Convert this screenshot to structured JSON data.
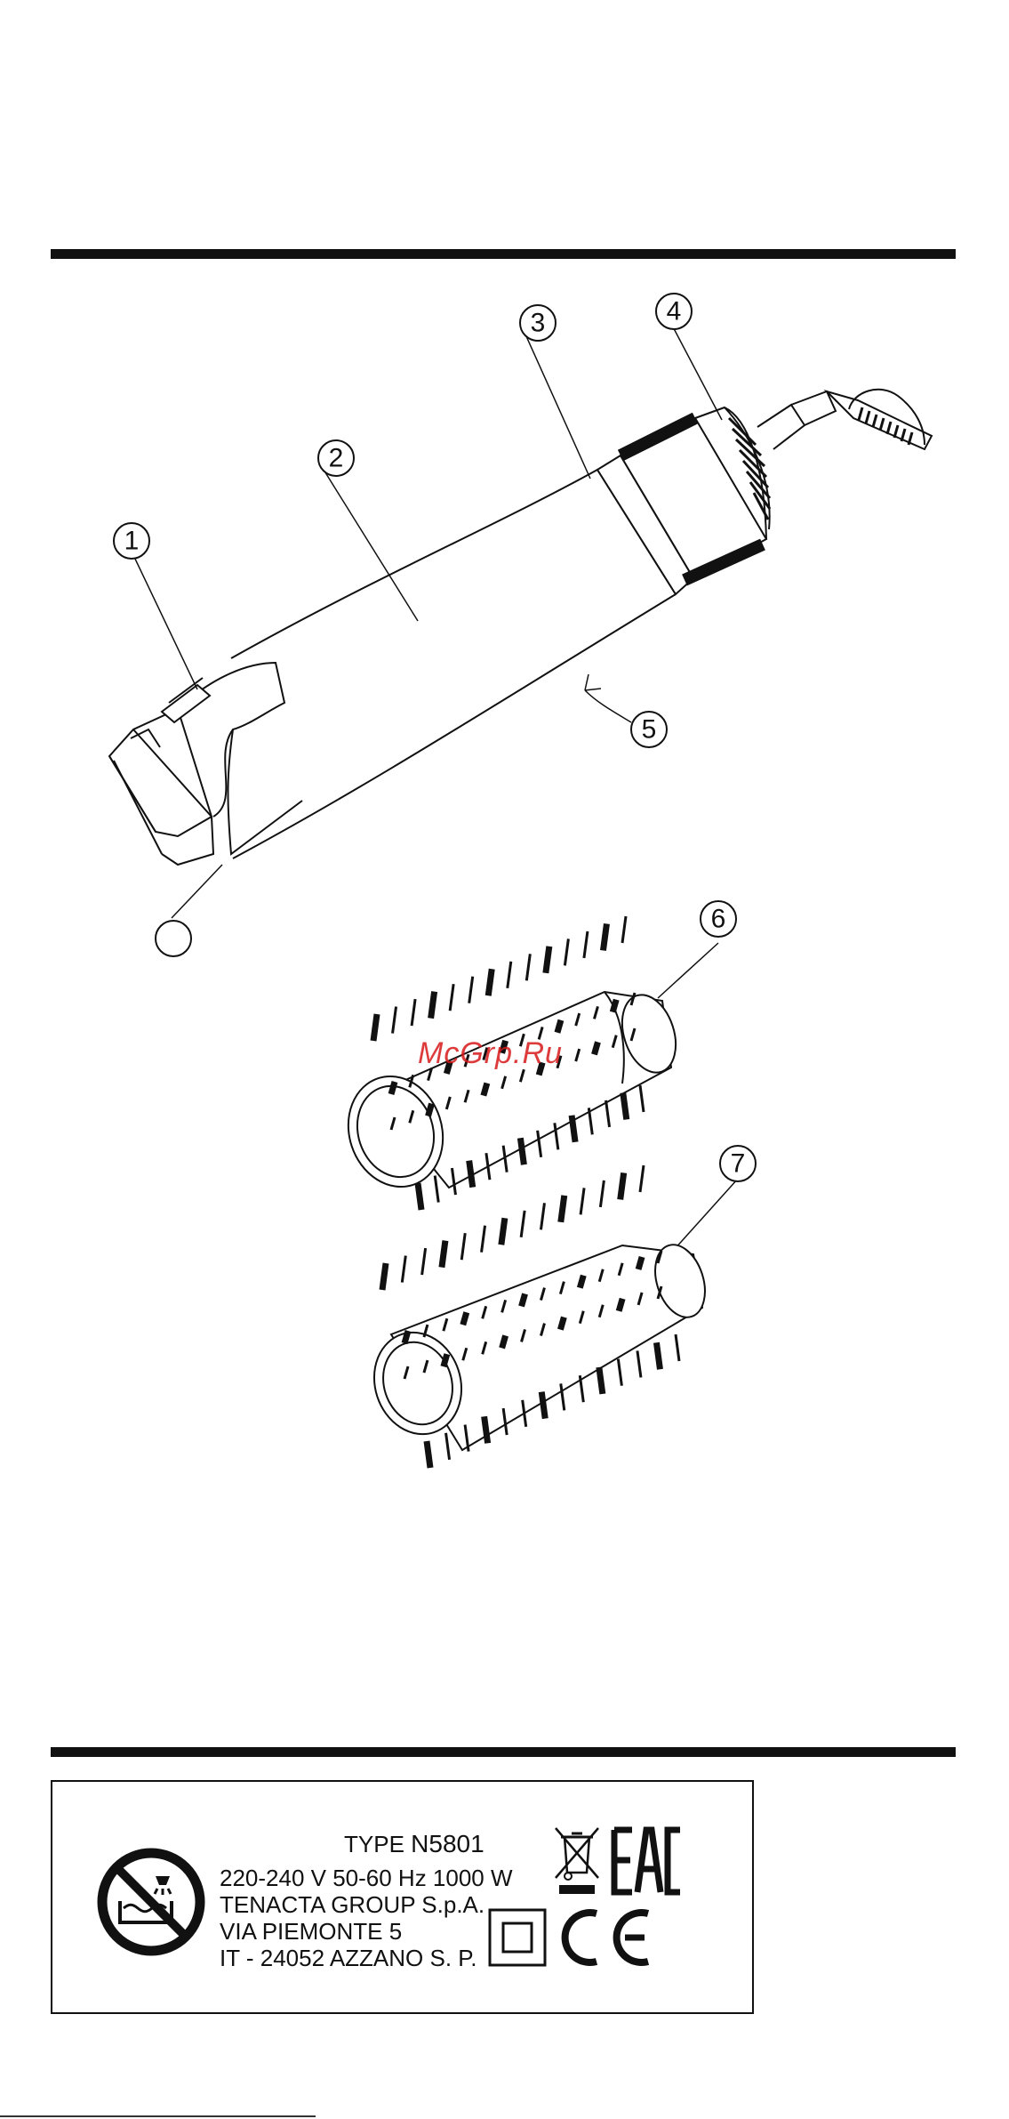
{
  "callouts": [
    "1",
    "2",
    "3",
    "4",
    "5",
    "6",
    "7"
  ],
  "watermark": "McGrp.Ru",
  "rating_label": {
    "type_prefix": "TYPE",
    "type_number": "N5801",
    "electrical": "220-240 V  50-60 Hz  1000 W",
    "company": "TENACTA GROUP S.p.A.",
    "street": "VIA PIEMONTE 5",
    "city": "IT - 24052 AZZANO S. P.",
    "marks": {
      "eac": "EAC",
      "ce": "CE"
    }
  },
  "icons": {
    "no_bath_shower": "no-water-bath-icon",
    "weee": "crossed-out-bin-icon",
    "class_ii": "double-insulation-icon",
    "eac": "eac-mark-icon",
    "ce": "ce-mark-icon"
  }
}
